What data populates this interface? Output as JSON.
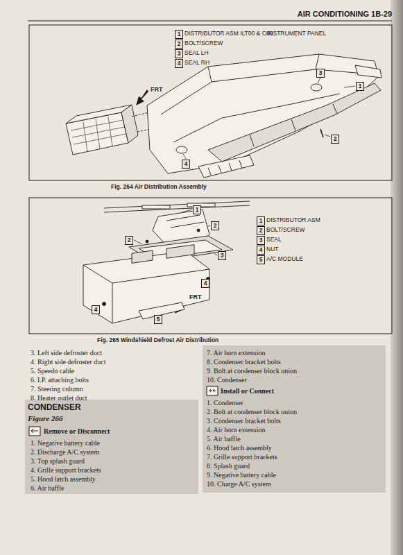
{
  "diagram": {
    "nodes": [
      {
        "text": [
          "1"
        ]
      },
      {
        "text": [
          "2"
        ]
      },
      {
        "text": [
          "3"
        ]
      },
      {
        "text": [
          "4"
        ]
      },
      {
        "text": [
          "3"
        ]
      },
      {
        "text": [
          "1"
        ]
      },
      {
        "text": [
          "2"
        ]
      },
      {
        "text": [
          "4"
        ]
      },
      {
        "text": [
          "1"
        ]
      },
      {
        "text": [
          "2"
        ]
      },
      {
        "text": [
          "2"
        ]
      },
      {
        "text": [
          "3"
        ]
      },
      {
        "text": [
          "4"
        ]
      },
      {
        "text": [
          "4"
        ]
      },
      {
        "text": [
          "5"
        ]
      },
      {
        "text": [
          "1"
        ]
      },
      {
        "text": [
          "2"
        ]
      },
      {
        "text": [
          "3"
        ]
      },
      {
        "text": [
          "4"
        ]
      },
      {
        "text": [
          "5"
        ]
      }
    ],
    "labels": [
      "AIR CONDITIONING 1B-29",
      "DISTRIBUTOR ASM ILT00 & C60",
      "BOLT/SCREW",
      "SEAL LH",
      "SEAL RH",
      "INSTRUMENT PANEL",
      "FRT",
      "Fig. 264 Air Distribution Assembly",
      "DISTRIBUTOR ASM",
      "BOLT/SCREW",
      "SEAL",
      "NUT",
      "A/C MODULE",
      "FRT",
      "Fig. 265 Windshield Defrost Air Distribution",
      "3. Left side defroster duct",
      "4. Right side defroster duct",
      "5. Speedo cable",
      "6. I.P. attaching bolts",
      "7. Steering column",
      "8. Heater outlet duct",
      "CONDENSER",
      "Figure 266",
      "Remove or Disconnect",
      "1. Negative battery cable",
      "2. Discharge A/C system",
      "3. Top splash guard",
      "4. Grille support brackets",
      "5. Hood latch assembly",
      "6. Air baffle",
      "7. Air horn extension",
      "8. Condenser bracket bolts",
      "9. Bolt at condenser block union",
      "10. Condenser",
      "Install or Connect",
      "1. Condenser",
      "2. Bolt at condenser block union",
      "3. Condenser bracket bolts",
      "4. Air horn extension",
      "5. Air baffle",
      "6. Hood latch assembly",
      "7. Grille support brackets",
      "8. Splash guard",
      "9. Negative battery cable",
      "10. Charge A/C system"
    ]
  }
}
